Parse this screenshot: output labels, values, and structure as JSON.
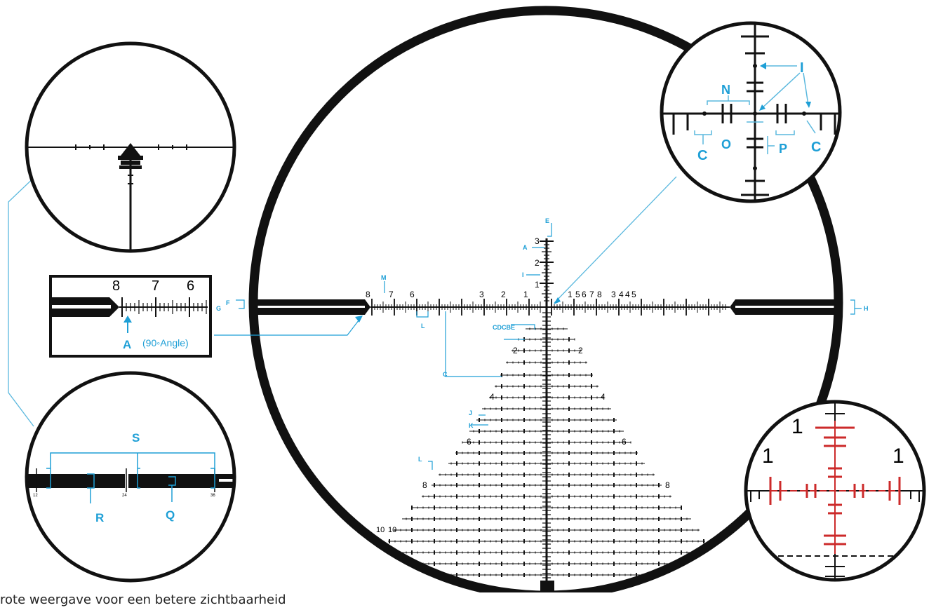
{
  "caption": "rote weergave voor een betere zichtbaarheid",
  "colors": {
    "callout": "#1e9fd6",
    "reticle": "#111111",
    "illuminated": "#cc2a2a"
  },
  "main_reticle": {
    "horizontal_left_numbers": [
      "8",
      "7",
      "6",
      "3",
      "2",
      "1"
    ],
    "horizontal_right_numbers": [
      "1",
      "5",
      "6",
      "7",
      "8",
      "3",
      "4",
      "4",
      "5"
    ],
    "vertical_up_numbers": [
      "3",
      "2",
      "1"
    ],
    "row_numbers": [
      "2",
      "4",
      "6",
      "8",
      "10",
      "10"
    ],
    "callout_labels": [
      "E",
      "A",
      "I",
      "M",
      "F",
      "G",
      "H",
      "L",
      "CDCBE",
      "C",
      "J",
      "K",
      "L"
    ]
  },
  "inset_top_right": {
    "labels": [
      "I",
      "N",
      "C",
      "O",
      "P",
      "C"
    ]
  },
  "inset_mid_left": {
    "numbers": [
      "8",
      "7",
      "6"
    ],
    "label": "A",
    "note": "(90◦Angle)"
  },
  "inset_bottom_left": {
    "labels": [
      "S",
      "R",
      "Q"
    ],
    "small_numbers": [
      "12",
      "24",
      "36"
    ]
  },
  "inset_bottom_right": {
    "numbers": [
      "1",
      "1",
      "1"
    ]
  }
}
